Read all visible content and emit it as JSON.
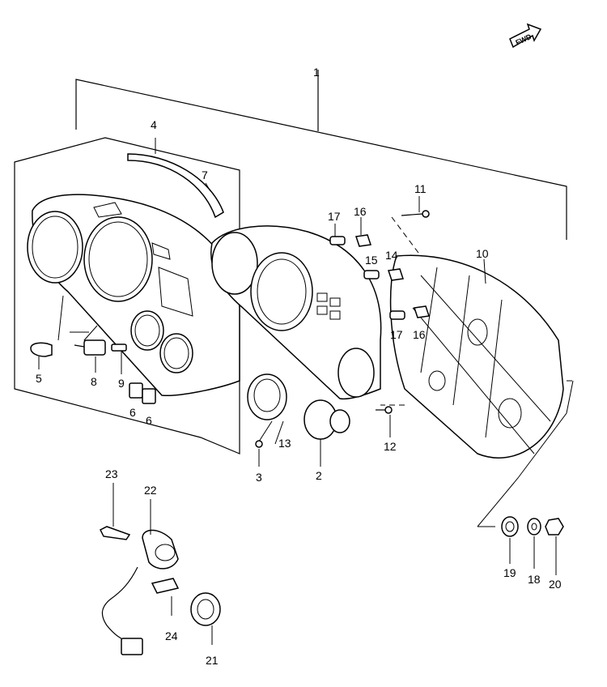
{
  "fwd_label": "FWD",
  "callouts": {
    "c1": "1",
    "c2": "2",
    "c3": "3",
    "c4": "4",
    "c5": "5",
    "c6a": "6",
    "c6b": "6",
    "c7": "7",
    "c8": "8",
    "c9": "9",
    "c10": "10",
    "c11": "11",
    "c12": "12",
    "c13": "13",
    "c14": "14",
    "c15": "15",
    "c16a": "16",
    "c16b": "16",
    "c17a": "17",
    "c17b": "17",
    "c18": "18",
    "c19": "19",
    "c20": "20",
    "c21": "21",
    "c22": "22",
    "c23": "23",
    "c24": "24"
  }
}
